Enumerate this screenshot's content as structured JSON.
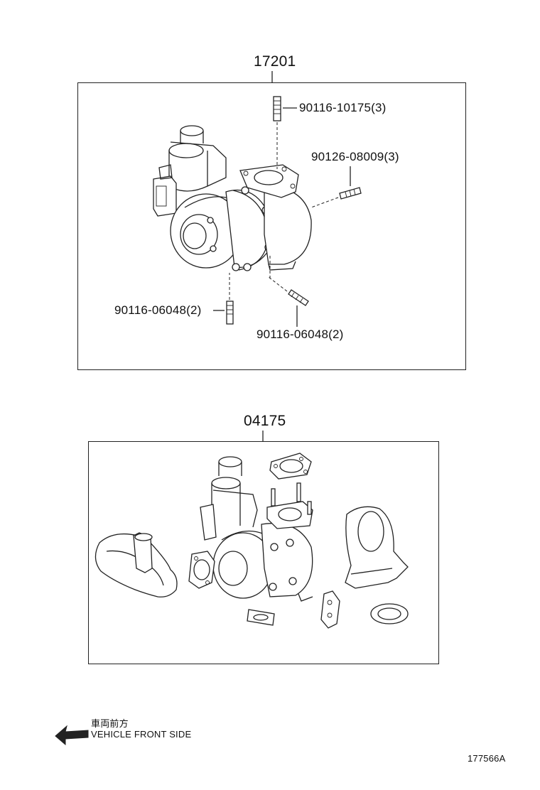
{
  "assembly_top": {
    "part_number": "17201",
    "callouts": [
      "90116-10175(3)",
      "90126-08009(3)",
      "90116-06048(2)",
      "90116-06048(2)"
    ]
  },
  "assembly_bottom": {
    "part_number": "04175"
  },
  "direction": {
    "japanese": "車両前方",
    "english": "VEHICLE FRONT SIDE"
  },
  "figure_id": "177566A"
}
